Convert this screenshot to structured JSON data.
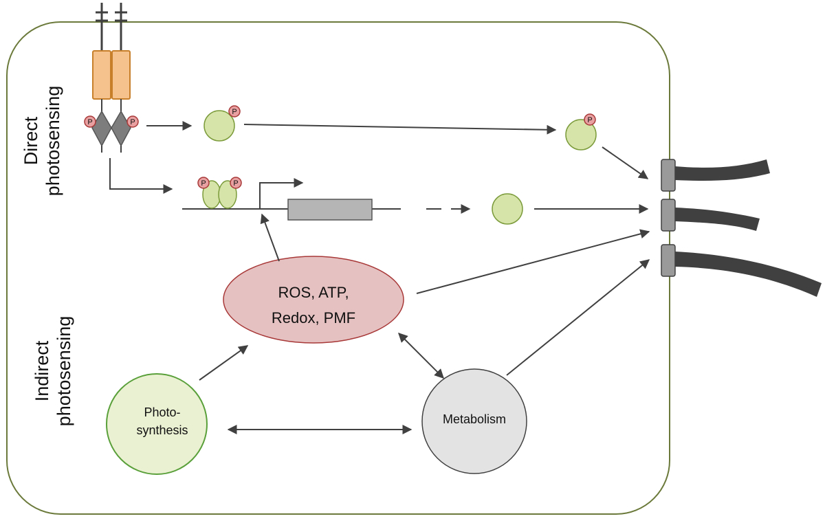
{
  "labels": {
    "direct": [
      "Direct",
      "photosensing"
    ],
    "indirect": [
      "Indirect",
      "photosensing"
    ],
    "ros": [
      "ROS, ATP,",
      "Redox, PMF"
    ],
    "photosynthesis": [
      "Photo-",
      "synthesis"
    ],
    "metabolism": "Metabolism",
    "phospho": "P"
  },
  "colors": {
    "cell_border": "#6b7a3a",
    "receptor_fill": "#f5c28e",
    "receptor_stroke": "#c77f2a",
    "kinase_fill": "#7d7d7d",
    "phospho_fill": "#e8a0a0",
    "phospho_stroke": "#a83838",
    "protein_fill": "#d6e4aa",
    "protein_stroke": "#7b9b3a",
    "gene_fill": "#b5b5b5",
    "ros_fill": "#e6c1c1",
    "ros_stroke": "#a83838",
    "photo_fill": "#eaf0d2",
    "photo_stroke": "#5aa03a",
    "metab_fill": "#e3e3e3",
    "arrow": "#404040",
    "flagella": "#404040"
  },
  "icons": [
    "transmembrane-receptor-icon",
    "phosphate-icon",
    "promoter-arrow-icon",
    "gene-box-icon",
    "flagellar-motor-icon",
    "flagellum-icon"
  ]
}
